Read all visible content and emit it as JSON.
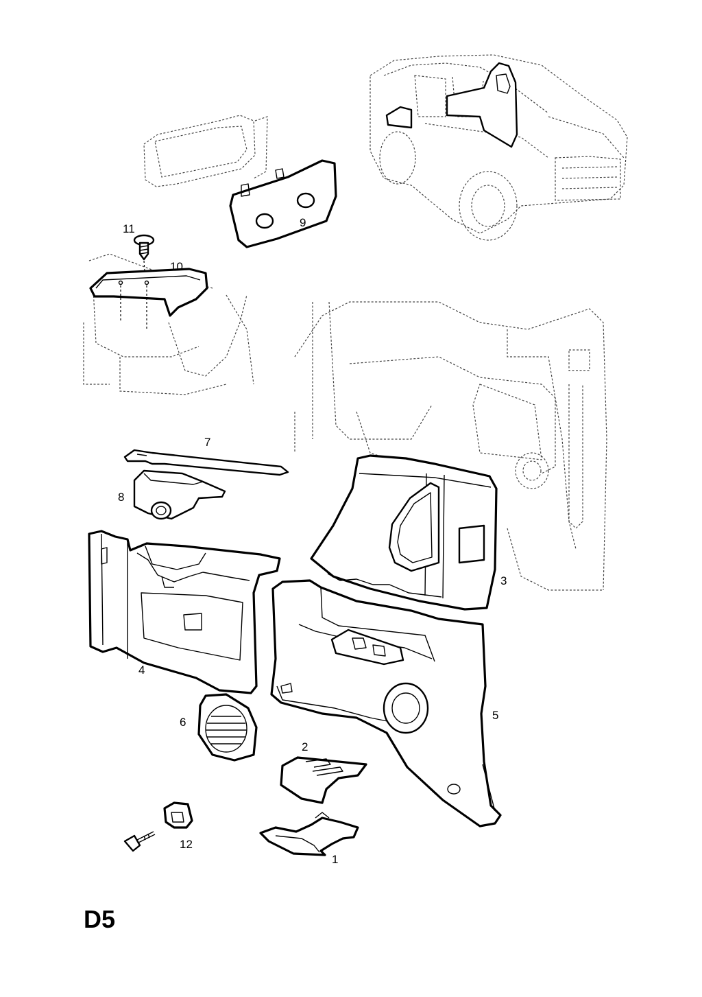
{
  "sheet": {
    "code": "D5"
  },
  "callouts": {
    "p1": "1",
    "p2": "2",
    "p3": "3",
    "p4": "4",
    "p5": "5",
    "p6": "6",
    "p7": "7",
    "p8": "8",
    "p9": "9",
    "p10": "10",
    "p11": "11",
    "p12": "12"
  }
}
